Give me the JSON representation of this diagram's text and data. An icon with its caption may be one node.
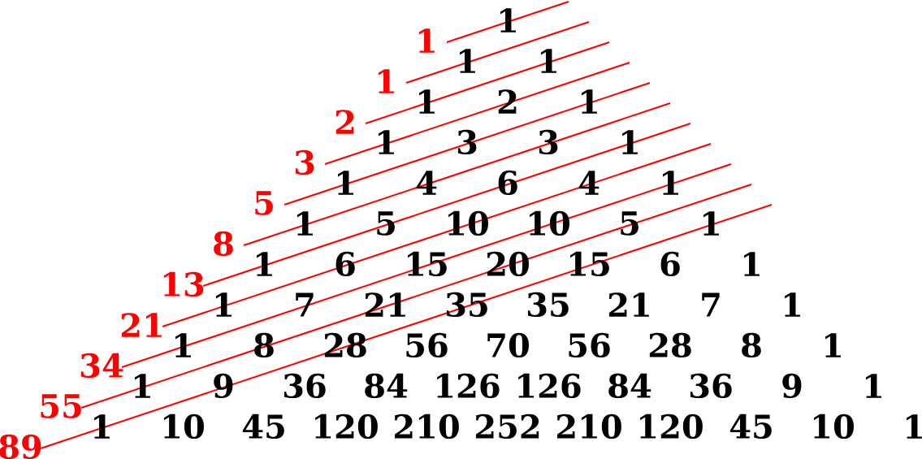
{
  "diagram": {
    "labels": [
      "1",
      "1",
      "1",
      "1",
      "1",
      "1",
      "2",
      "1",
      "2",
      "1",
      "3",
      "3",
      "1",
      "3",
      "1",
      "4",
      "6",
      "4",
      "1",
      "5",
      "1",
      "5",
      "10",
      "10",
      "5",
      "1",
      "8",
      "1",
      "6",
      "15",
      "20",
      "15",
      "6",
      "1",
      "13",
      "1",
      "7",
      "21",
      "35",
      "35",
      "21",
      "7",
      "1",
      "21",
      "1",
      "8",
      "28",
      "56",
      "70",
      "56",
      "28",
      "8",
      "1",
      "34",
      "1",
      "9",
      "36",
      "84",
      "126",
      "126",
      "84",
      "36",
      "9",
      "1",
      "55",
      "1",
      "10",
      "45",
      "120",
      "210",
      "252",
      "210",
      "120",
      "45",
      "10",
      "1",
      "89"
    ]
  }
}
